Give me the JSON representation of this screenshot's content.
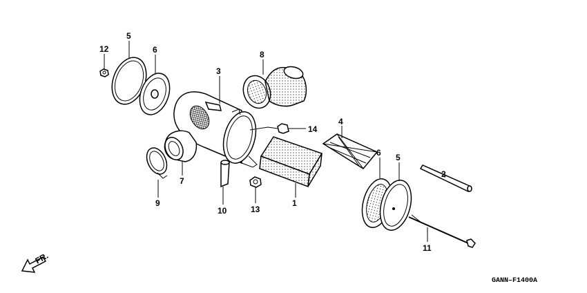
{
  "diagram": {
    "drawing_code": "GANN–F1400A",
    "front_mark": "FR.",
    "callouts": {
      "c1": "1",
      "c2": "2",
      "c3": "3",
      "c4": "4",
      "c5a": "5",
      "c5b": "5",
      "c6a": "6",
      "c6b": "6",
      "c7": "7",
      "c8": "8",
      "c9": "9",
      "c10": "10",
      "c11": "11",
      "c12": "12",
      "c13": "13",
      "c14": "14"
    }
  }
}
